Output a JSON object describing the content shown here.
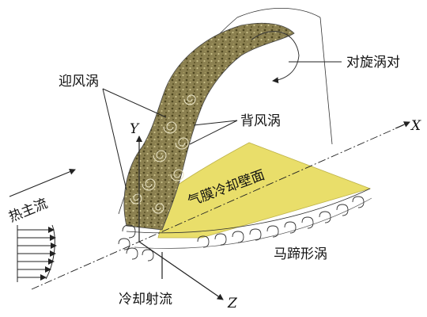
{
  "diagram": {
    "labels": {
      "counter_rotating_vortex_pair": "对旋涡对",
      "windward_vortex": "迎风涡",
      "leeward_vortex": "背风涡",
      "hot_mainstream": "热主流",
      "film_cooled_wall": "气膜冷却壁面",
      "horseshoe_vortex": "马蹄形涡",
      "cooling_jet": "冷却射流"
    },
    "axes": {
      "x": "X",
      "y": "Y",
      "z": "Z"
    },
    "colors": {
      "film_region": "#e8dc5e",
      "jet_body": "#8b8050",
      "jet_spots": "#4e4620",
      "jet_light": "#c8bf88",
      "line": "#222222"
    }
  }
}
